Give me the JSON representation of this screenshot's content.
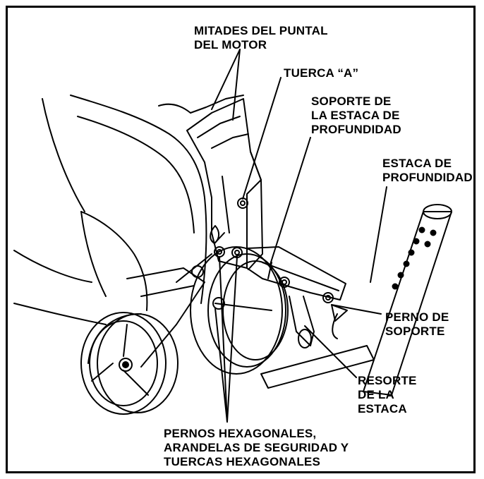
{
  "labels": {
    "mitades": [
      "MITADES DEL PUNTAL",
      "DEL MOTOR"
    ],
    "tuerca_a": [
      "TUERCA “A”"
    ],
    "soporte_estaca": [
      "SOPORTE DE",
      "LA ESTACA DE",
      "PROFUNDIDAD"
    ],
    "estaca": [
      "ESTACA DE",
      "PROFUNDIDAD"
    ],
    "perno_soporte": [
      "PERNO DE",
      "SOPORTE"
    ],
    "resorte": [
      "RESORTE",
      "DE LA",
      "ESTACA"
    ],
    "pernos_hex": [
      "PERNOS HEXAGONALES,",
      "ARANDELAS DE SEGURIDAD Y",
      "TUERCAS HEXAGONALES"
    ]
  },
  "colors": {
    "ink": "#000000",
    "paper": "#ffffff"
  }
}
